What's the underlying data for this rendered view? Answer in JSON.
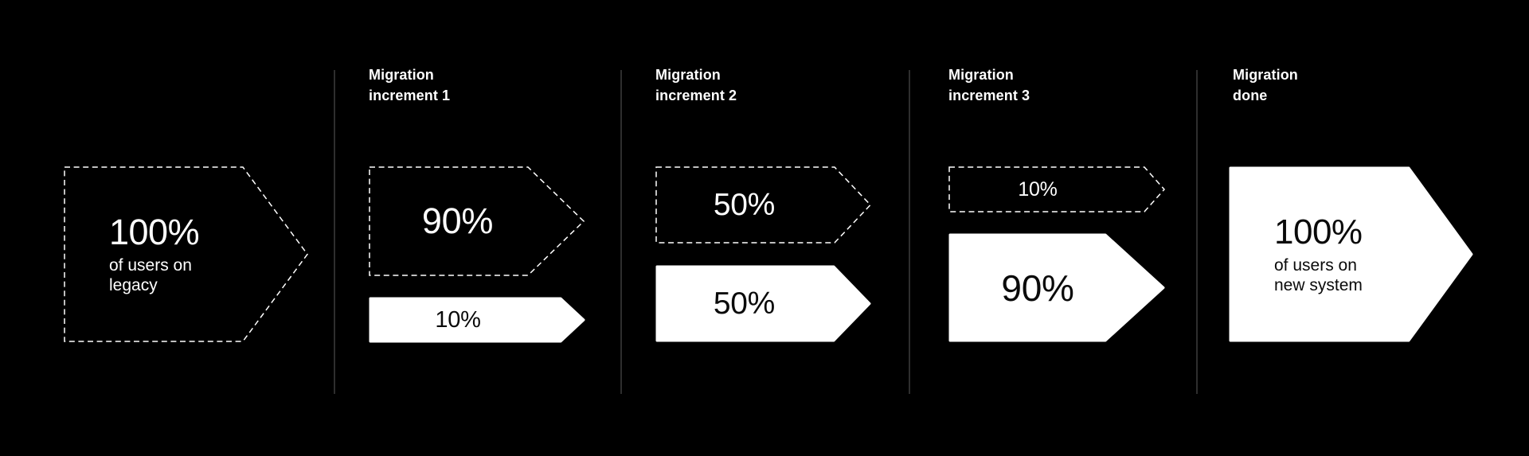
{
  "colors": {
    "background": "#000000",
    "shape_fill": "#ffffff",
    "dashed_stroke": "#ffffff",
    "divider": "#2e2e2e",
    "text_on_black": "#ffffff",
    "text_on_white": "#0a0a0a"
  },
  "stages": [
    {
      "label_line1": "",
      "label_line2": "",
      "shapes": [
        {
          "kind": "dashed",
          "value": "100%",
          "sub_line1": "of users on",
          "sub_line2": "legacy"
        }
      ]
    },
    {
      "label_line1": "Migration",
      "label_line2": "increment 1",
      "shapes": [
        {
          "kind": "dashed",
          "value": "90%"
        },
        {
          "kind": "solid",
          "value": "10%"
        }
      ]
    },
    {
      "label_line1": "Migration",
      "label_line2": "increment 2",
      "shapes": [
        {
          "kind": "dashed",
          "value": "50%"
        },
        {
          "kind": "solid",
          "value": "50%"
        }
      ]
    },
    {
      "label_line1": "Migration",
      "label_line2": "increment 3",
      "shapes": [
        {
          "kind": "dashed",
          "value": "10%"
        },
        {
          "kind": "solid",
          "value": "90%"
        }
      ]
    },
    {
      "label_line1": "Migration",
      "label_line2": "done",
      "shapes": [
        {
          "kind": "solid",
          "value": "100%",
          "sub_line1": "of users on",
          "sub_line2": "new system"
        }
      ]
    }
  ]
}
